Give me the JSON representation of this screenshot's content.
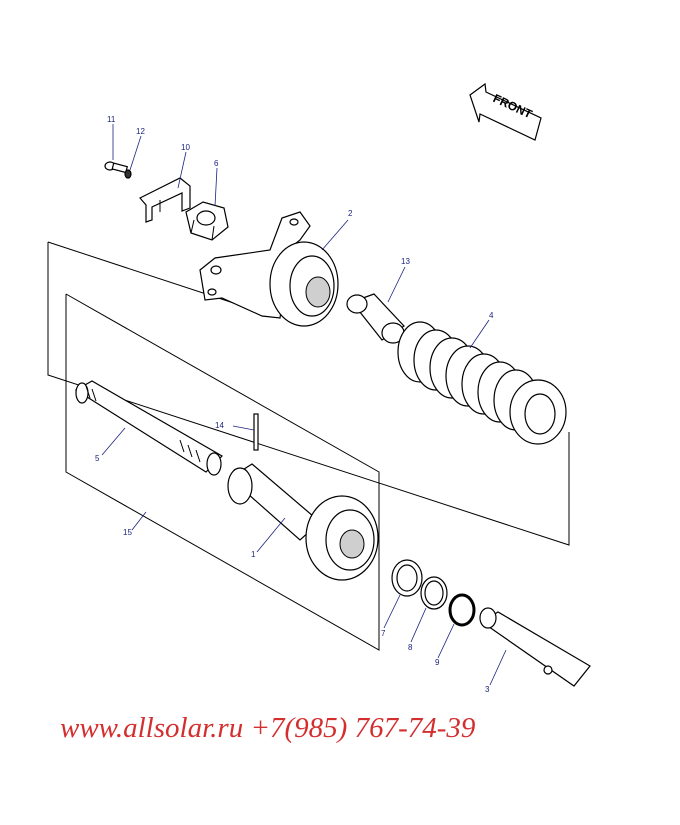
{
  "front_label": "FRONT",
  "callouts": [
    {
      "id": "11",
      "text": "11"
    },
    {
      "id": "12",
      "text": "12"
    },
    {
      "id": "10",
      "text": "10"
    },
    {
      "id": "6",
      "text": "6"
    },
    {
      "id": "2",
      "text": "2"
    },
    {
      "id": "13",
      "text": "13"
    },
    {
      "id": "4",
      "text": "4"
    },
    {
      "id": "14",
      "text": "14"
    },
    {
      "id": "5",
      "text": "5"
    },
    {
      "id": "15",
      "text": "15"
    },
    {
      "id": "1",
      "text": "1"
    },
    {
      "id": "7",
      "text": "7"
    },
    {
      "id": "8",
      "text": "8"
    },
    {
      "id": "9",
      "text": "9"
    },
    {
      "id": "3",
      "text": "3"
    }
  ],
  "watermark": "www.allsolar.ru +7(985) 767-74-39",
  "colors": {
    "callout": "#1a237e",
    "watermark": "#d32f2f",
    "line": "#000000"
  }
}
